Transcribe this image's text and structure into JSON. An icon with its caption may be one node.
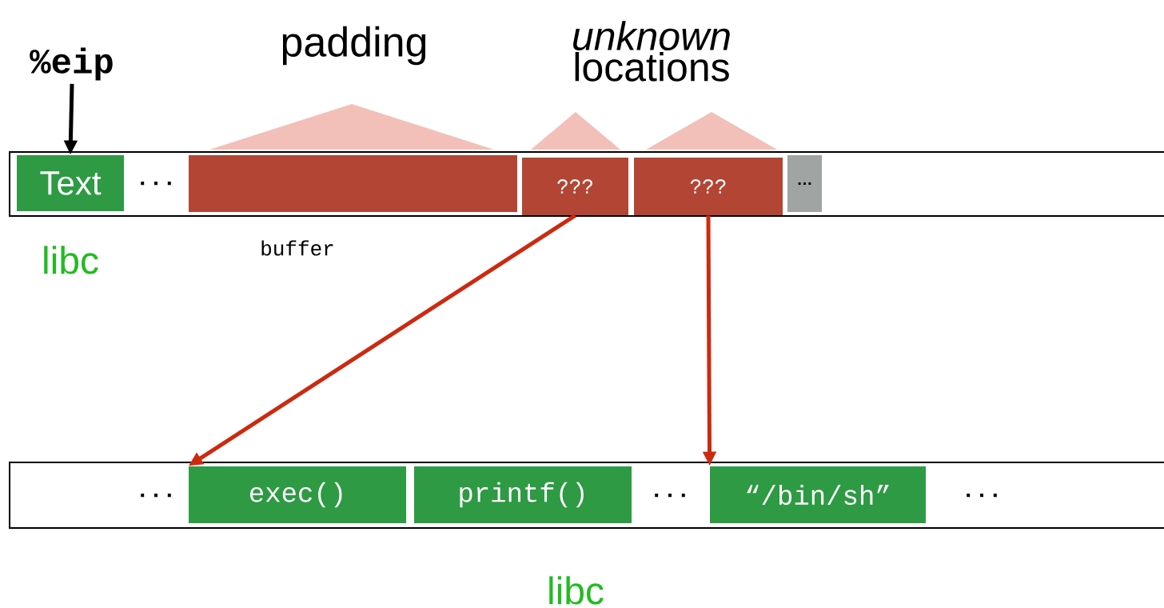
{
  "diagram": {
    "nodes": [
      {
        "text": [],
        "shape": "bar"
      },
      {
        "text": [
          "Text"
        ],
        "in": 0
      },
      {
        "text": [
          "%eip"
        ]
      },
      {
        "text": [],
        "shape": "box",
        "in": 0
      },
      {
        "text": [
          "???"
        ],
        "in": 0
      },
      {
        "text": [
          "???"
        ],
        "in": 0
      },
      {
        "text": [
          "…"
        ],
        "in": 0
      },
      {
        "text": [],
        "shape": "bar"
      },
      {
        "text": [
          "exec()"
        ],
        "in": 7
      },
      {
        "text": [
          "printf()"
        ],
        "in": 7
      },
      {
        "text": [
          "“/bin/sh”"
        ],
        "in": 7
      },
      {
        "text": [],
        "shape": "triangle"
      },
      {
        "text": [],
        "shape": "triangle"
      },
      {
        "text": [],
        "shape": "triangle"
      }
    ],
    "edges": [
      {
        "from": 2,
        "to": 1,
        "arrow": "to",
        "color": "#000000"
      },
      {
        "from": 4,
        "to": 8,
        "arrow": "to",
        "color": "#cc2a10"
      },
      {
        "from": 5,
        "to": 10,
        "arrow": "to",
        "color": "#cc2a10"
      }
    ],
    "labels": [
      "padding",
      "*unknown* locations",
      "···",
      "buffer",
      "libc",
      "···",
      "···",
      "···",
      "libc"
    ]
  }
}
